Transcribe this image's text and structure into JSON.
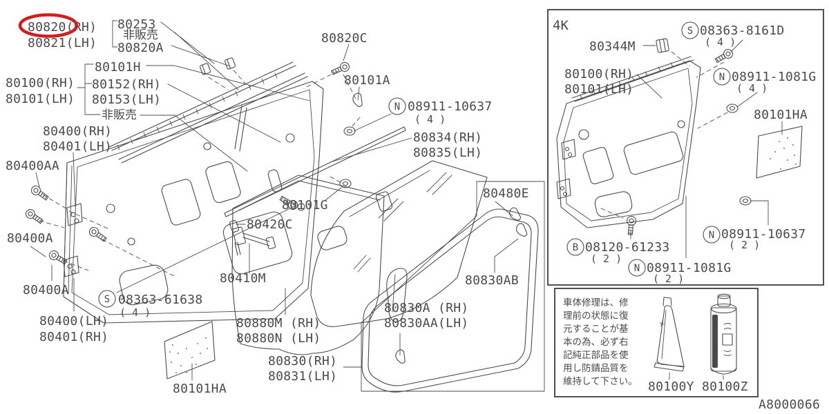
{
  "colors": {
    "line": "#4a4a4a",
    "text": "#4a4a4a",
    "highlight_red": "#cf1f1f",
    "background": "#ffffff"
  },
  "drawing_number": "A8000066",
  "main_view": {
    "labels": {
      "p80820": "80820(RH)",
      "p80821": "80821(LH)",
      "p80253": "80253",
      "not_sold_top": "非販売",
      "p80820a": "80820A",
      "p80101h": "80101H",
      "p80100": "80100(RH)",
      "p80101": "80101(LH)",
      "p80152": "80152(RH)",
      "p80153": "80153(LH)",
      "not_sold_mid": "非販売",
      "p80400_rh": "80400(RH)",
      "p80401_lh": "80401(LH)",
      "p80400aa": "80400AA",
      "p80400a_upper": "80400A",
      "p80400a_lower": "80400A",
      "p80400_lh": "80400(LH)",
      "p80401_rh": "80401(RH)",
      "s_prefix": "S",
      "s08363": "08363-61638",
      "s08363_qty": "( 4 )",
      "p80101ha": "80101HA",
      "p80820c": "80820C",
      "p80101a": "80101A",
      "n_prefix": "N",
      "n08911_10637": "08911-10637",
      "n08911_10637_qty": "( 4 )",
      "p80834": "80834(RH)",
      "p80835": "80835(LH)",
      "p80101g": "80101G",
      "p80420c": "80420C",
      "p80410m": "80410M",
      "p80880m": "80880M (RH)",
      "p80880n": "80880N (LH)",
      "p80830_rh": "80830(RH)",
      "p80831_lh": "80831(LH)",
      "p80830a": "80830A (RH)",
      "p80830aa": "80830AA(LH)",
      "p80480e": "80480E",
      "p80830ab": "80830AB"
    }
  },
  "inset_view": {
    "tag": "4K",
    "labels": {
      "s8161d_prefix": "S",
      "s8161d": "08363-8161D",
      "s8161d_qty": "( 4 )",
      "p80344m": "80344M",
      "p80100": "80100(RH)",
      "p80101": "80101(LH)",
      "n1081g4_prefix": "N",
      "n1081g4": "08911-1081G",
      "n1081g4_qty": "( 4 )",
      "p80101ha": "80101HA",
      "b61233_prefix": "B",
      "b61233": "08120-61233",
      "b61233_qty": "( 2 )",
      "n1081g2_prefix": "N",
      "n1081g2": "08911-1081G",
      "n1081g2_qty": "( 2 )",
      "n10637_prefix": "N",
      "n10637": "08911-10637",
      "n10637_qty": "( 2 )"
    }
  },
  "notice_box": {
    "lines": [
      "車体修理は、修",
      "理前の状態に復",
      "元することが基",
      "本の為、必ず右",
      "記純正部品を使",
      "用し防錆品質を",
      "維持して下さい。"
    ],
    "tube_label": "80100Y",
    "can_label": "80100Z"
  }
}
